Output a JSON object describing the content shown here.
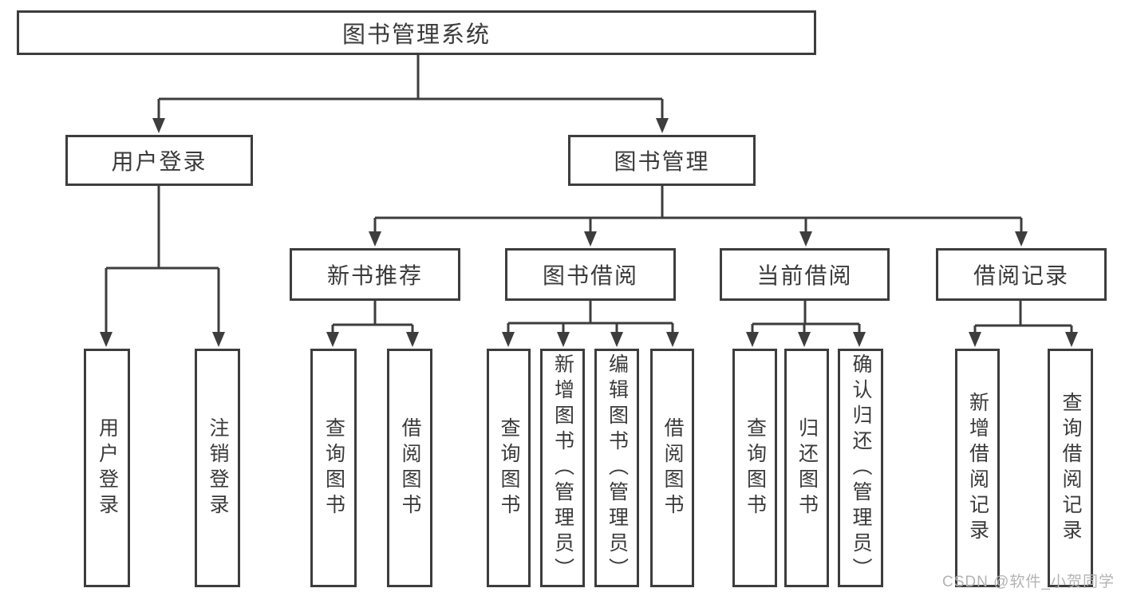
{
  "diagram": {
    "tree": {
      "label": "图书管理系统",
      "children": [
        {
          "label": "用户登录",
          "children": [
            {
              "label": "用户登录"
            },
            {
              "label": "注销登录"
            }
          ]
        },
        {
          "label": "图书管理",
          "children": [
            {
              "label": "新书推荐",
              "children": [
                {
                  "label": "查询图书"
                },
                {
                  "label": "借阅图书"
                }
              ]
            },
            {
              "label": "图书借阅",
              "children": [
                {
                  "label": "查询图书"
                },
                {
                  "label": "新增图书（管理员）"
                },
                {
                  "label": "编辑图书（管理员）"
                },
                {
                  "label": "借阅图书"
                }
              ]
            },
            {
              "label": "当前借阅",
              "children": [
                {
                  "label": "查询图书"
                },
                {
                  "label": "归还图书"
                },
                {
                  "label": "确认归还（管理员）"
                }
              ]
            },
            {
              "label": "借阅记录",
              "children": [
                {
                  "label": "新增借阅记录"
                },
                {
                  "label": "查询借阅记录"
                }
              ]
            }
          ]
        }
      ]
    },
    "colors": {
      "line": "#3d3d3d",
      "box_border": "#3d3d3d",
      "box_fill": "#ffffff",
      "text": "#3a3a3a",
      "watermark": "#b3b3b3"
    }
  },
  "watermark": {
    "text": "CSDN @软件_小贺同学"
  }
}
